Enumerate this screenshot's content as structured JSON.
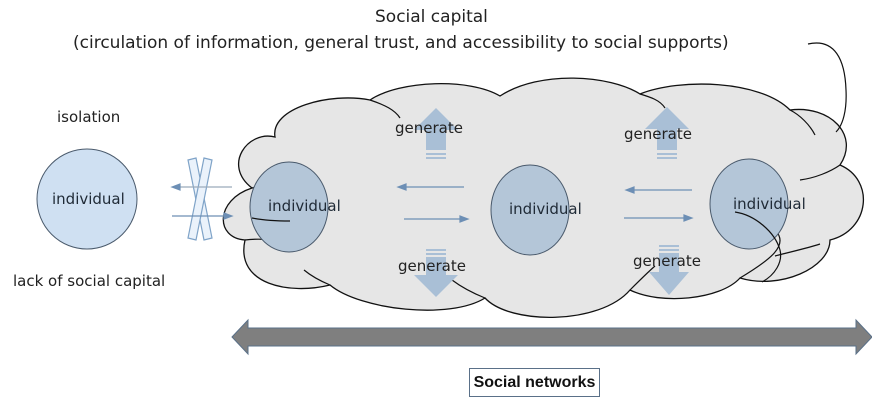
{
  "title": {
    "line1": "Social capital",
    "line2": "(circulation of information, general trust, and accessibility to social supports)"
  },
  "isolated": {
    "heading": "isolation",
    "node_label": "individual",
    "caption": "lack of social capital"
  },
  "network_nodes": [
    {
      "label": "individual"
    },
    {
      "label": "individual"
    },
    {
      "label": "individual"
    }
  ],
  "generate_labels": [
    {
      "label": "generate",
      "direction": "up"
    },
    {
      "label": "generate",
      "direction": "down"
    },
    {
      "label": "generate",
      "direction": "up"
    },
    {
      "label": "generate",
      "direction": "down"
    }
  ],
  "bottom_axis": {
    "label": "Social networks"
  },
  "colors": {
    "cloud_fill": "#e6e6e6",
    "node_isolated": "#cfe0f2",
    "node_network": "#b4c6d8",
    "generate_arrow": "#a9bfd6",
    "flow_arrow": "#6d8fb5",
    "axis_arrow": "#7f7f7f",
    "axis_arrow_edge": "#5a7088"
  }
}
